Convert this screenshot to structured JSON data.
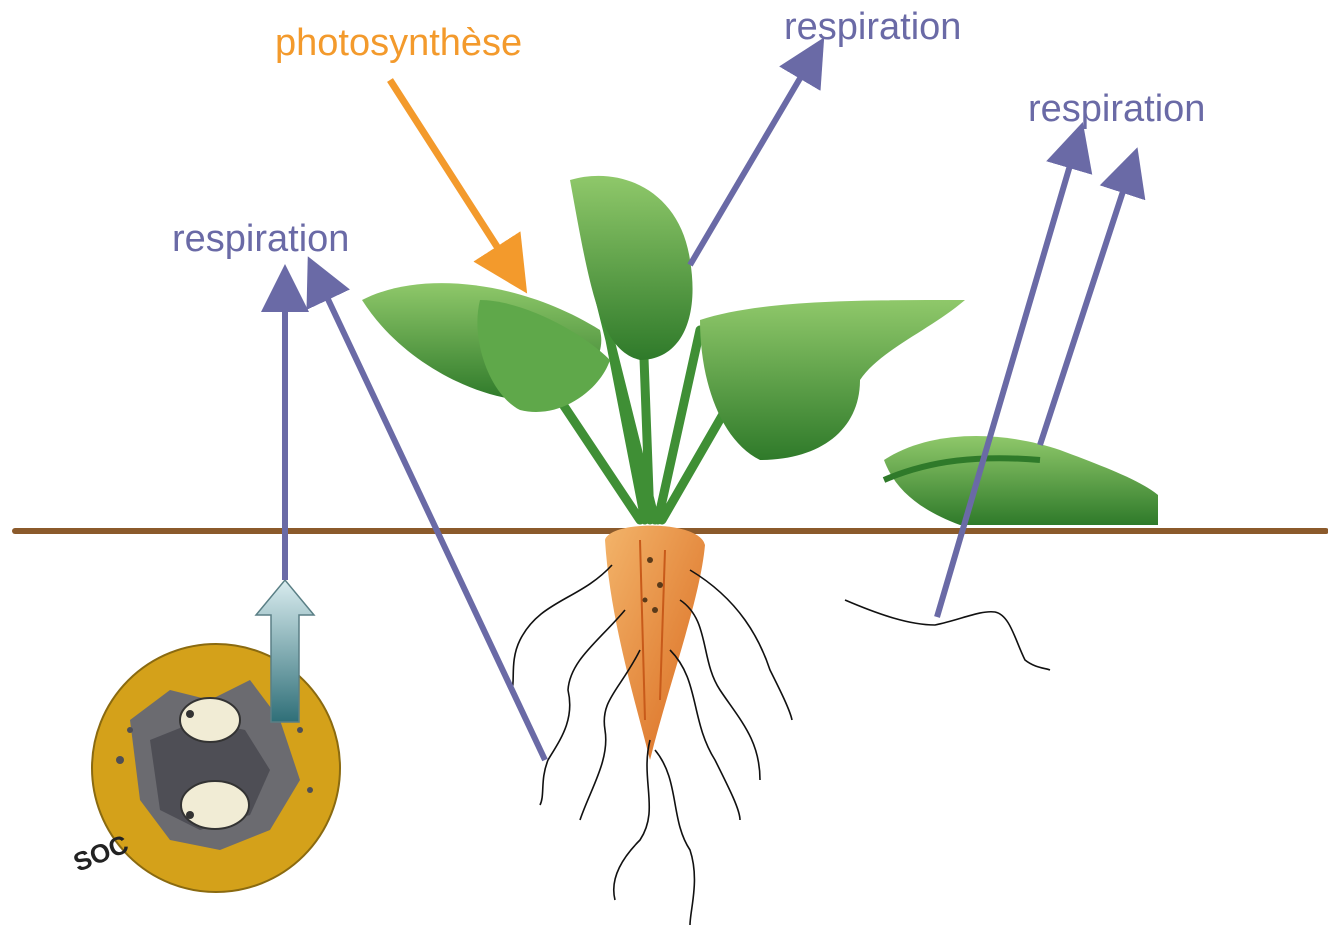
{
  "labels": {
    "photosynthesis": "photosynthèse",
    "respiration_plant": "respiration",
    "respiration_soil_right": "respiration",
    "respiration_left": "respiration",
    "soc": "SOC"
  },
  "colors": {
    "respiration_arrow": "#6a6aa6",
    "photosynthesis_arrow": "#f39a2c",
    "soil_line": "#8b5a2b",
    "soc_disc": "#d4a11a",
    "leaf": "#4f9a3a",
    "root": "#e88a3a"
  },
  "icons": {
    "plant": "sugar-beet-icon",
    "soil_organisms": "soil-organic-carbon-icon"
  }
}
